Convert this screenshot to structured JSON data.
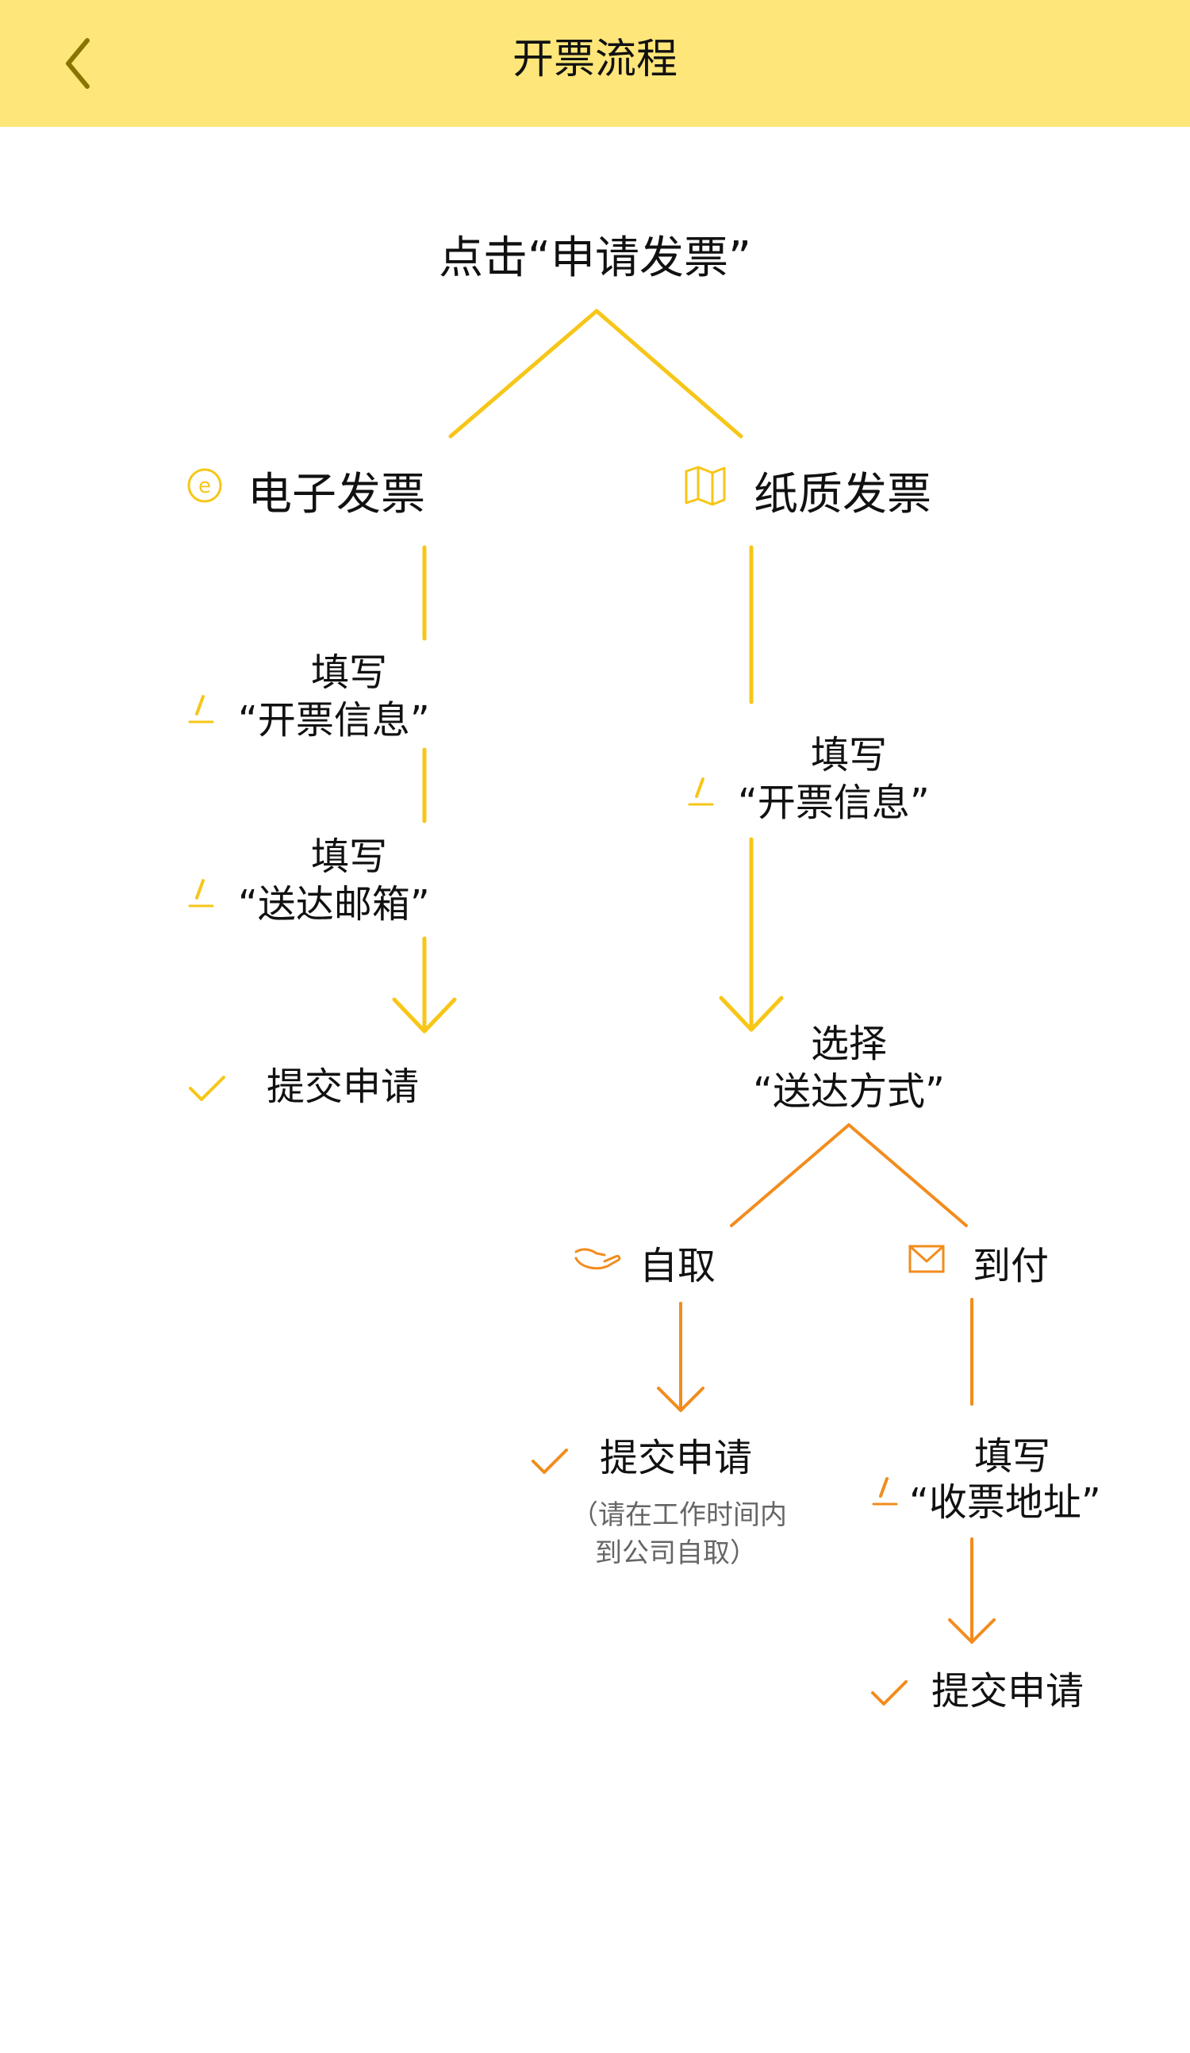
{
  "header": {
    "title": "开票流程",
    "back_icon": "chevron-left-icon"
  },
  "colors": {
    "header_bg": "#FFE67A",
    "yellow": "#F7C617",
    "orange": "#F28C1D",
    "text": "#111111",
    "muted": "#666666"
  },
  "flow": {
    "start": "点击“申请发票”",
    "electronic": {
      "icon": "e-invoice-icon",
      "label": "电子发票",
      "step1_line1": "填写",
      "step1_line2": "开票信息",
      "step2_line1": "填写",
      "step2_line2": "送达邮箱",
      "submit": "提交申请"
    },
    "paper": {
      "icon": "map-icon",
      "label": "纸质发票",
      "step1_line1": "填写",
      "step1_line2": "开票信息",
      "step2_line1": "选择",
      "step2_line2": "送达方式"
    },
    "self_pickup": {
      "icon": "hand-icon",
      "label": "自取",
      "submit": "提交申请",
      "note_line1": "（请在工作时间内",
      "note_line2": "到公司自取）"
    },
    "cod": {
      "icon": "envelope-icon",
      "label": "到付",
      "step_line1": "填写",
      "step_line2": "收票地址",
      "submit": "提交申请"
    }
  }
}
